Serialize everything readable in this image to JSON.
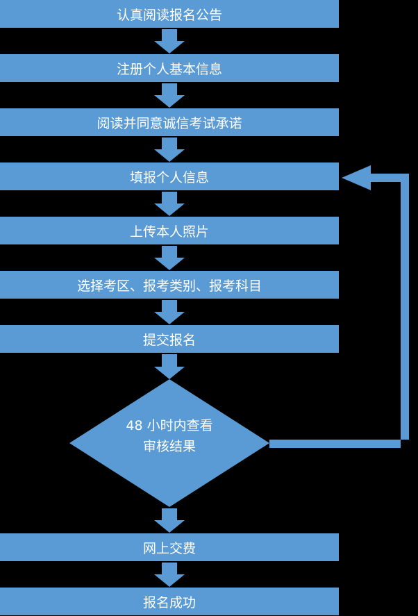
{
  "diagram": {
    "steps": [
      {
        "label": "认真阅读报名公告"
      },
      {
        "label": "注册个人基本信息"
      },
      {
        "label": "阅读并同意诚信考试承诺"
      },
      {
        "label": "填报个人信息"
      },
      {
        "label": "上传本人照片"
      },
      {
        "label": "选择考区、报考类别、报考科目"
      },
      {
        "label": "提交报名"
      },
      {
        "label": "网上交费"
      },
      {
        "label": "报名成功"
      }
    ],
    "decision": {
      "line1": "48 小时内查看",
      "line2": "审核结果"
    },
    "colors": {
      "background": "#000000",
      "shape_fill": "#5b9bd5",
      "text": "#ffffff"
    }
  }
}
